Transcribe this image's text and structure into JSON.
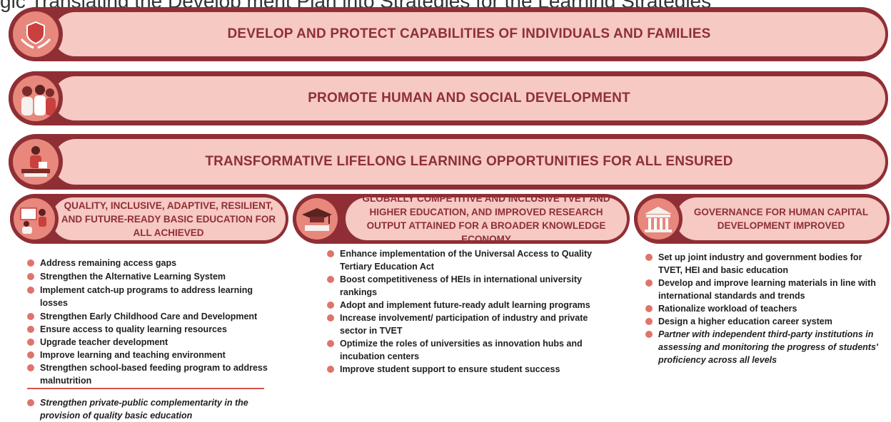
{
  "top_text": "gic Translating the Develop ment Plan into Strategies for the Learning Strategies",
  "banners": [
    {
      "label": "DEVELOP AND PROTECT CAPABILITIES OF INDIVIDUALS AND FAMILIES",
      "icon": "protecting-hands-icon"
    },
    {
      "label": "PROMOTE HUMAN AND SOCIAL DEVELOPMENT",
      "icon": "people-group-icon"
    },
    {
      "label": "TRANSFORMATIVE LIFELONG LEARNING OPPORTUNITIES FOR ALL ENSURED",
      "icon": "person-reading-icon"
    }
  ],
  "columns": [
    {
      "header": "QUALITY, INCLUSIVE, ADAPTIVE, RESILIENT, AND FUTURE-READY BASIC EDUCATION FOR ALL ACHIEVED",
      "icon": "classroom-icon",
      "items": [
        "Address remaining access gaps",
        "Strengthen the Alternative Learning System",
        "Implement catch-up programs to address learning losses",
        "Strengthen Early Childhood Care and Development",
        "Ensure access to quality learning resources",
        "Upgrade teacher development",
        "Improve learning and teaching environment",
        "Strengthen school-based feeding program to address malnutrition"
      ],
      "italic_items": [
        "Strengthen private-public complementarity in the provision of quality basic education"
      ]
    },
    {
      "header": "GLOBALLY COMPETITIVE AND INCLUSIVE TVET AND HIGHER EDUCATION, AND IMPROVED RESEARCH OUTPUT ATTAINED FOR A BROADER KNOWLEDGE ECONOMY",
      "icon": "graduation-cap-icon",
      "items": [
        "Enhance implementation of the Universal Access to Quality Tertiary Education Act",
        "Boost competitiveness of HEIs in international university rankings",
        "Adopt and implement future-ready adult learning programs",
        "Increase involvement/ participation of industry and private sector in TVET",
        "Optimize the roles of universities as innovation hubs and incubation centers",
        "Improve student support to ensure student success"
      ]
    },
    {
      "header": "GOVERNANCE FOR HUMAN CAPITAL DEVELOPMENT IMPROVED",
      "icon": "government-building-icon",
      "items": [
        "Set up joint industry and government bodies for TVET, HEI and basic education",
        "Develop and improve learning materials in line with international standards and trends",
        "Rationalize workload of teachers",
        "Design a higher education career system"
      ],
      "italic_items": [
        "Partner with independent third-party institutions in assessing and monitoring the progress of students' proficiency across all levels"
      ]
    }
  ],
  "colors": {
    "maroon": "#8f2f35",
    "pink": "#f6c9c3",
    "salmon": "#e8877c",
    "bullet": "#e0736a"
  }
}
